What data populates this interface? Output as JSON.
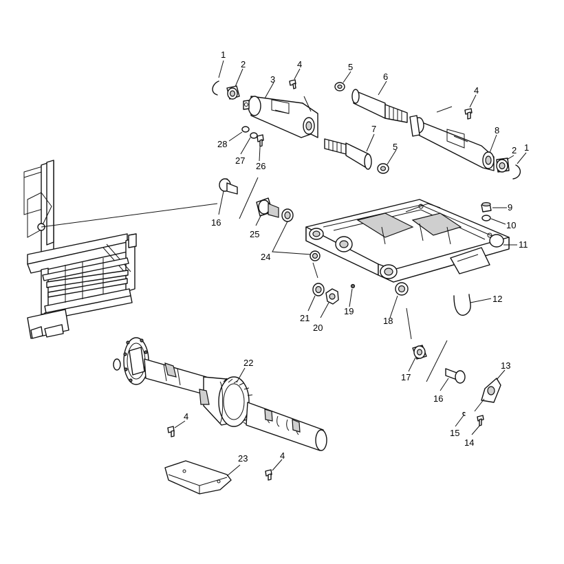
{
  "diagram": {
    "callouts": [
      {
        "id": "c1a",
        "text": "1",
        "part": "snap-ring"
      },
      {
        "id": "c2a",
        "text": "2",
        "part": "bearing"
      },
      {
        "id": "c3",
        "text": "3",
        "part": "bearing-carrier-left"
      },
      {
        "id": "c4a",
        "text": "4",
        "part": "bolt"
      },
      {
        "id": "c5a",
        "text": "5",
        "part": "nut"
      },
      {
        "id": "c6",
        "text": "6",
        "part": "pivot-shaft-upper"
      },
      {
        "id": "c4b",
        "text": "4",
        "part": "bolt"
      },
      {
        "id": "c8",
        "text": "8",
        "part": "bearing-carrier-right"
      },
      {
        "id": "c2b",
        "text": "2",
        "part": "bearing"
      },
      {
        "id": "c1b",
        "text": "1",
        "part": "snap-ring"
      },
      {
        "id": "c7",
        "text": "7",
        "part": "pivot-shaft-lower"
      },
      {
        "id": "c5b",
        "text": "5",
        "part": "nut"
      },
      {
        "id": "c28",
        "text": "28",
        "part": "washer"
      },
      {
        "id": "c27",
        "text": "27",
        "part": "washer"
      },
      {
        "id": "c26",
        "text": "26",
        "part": "bolt"
      },
      {
        "id": "c16a",
        "text": "16",
        "part": "pivot-bolt"
      },
      {
        "id": "c25",
        "text": "25",
        "part": "bushing"
      },
      {
        "id": "c24",
        "text": "24",
        "part": "washer"
      },
      {
        "id": "c9",
        "text": "9",
        "part": "nut"
      },
      {
        "id": "c10",
        "text": "10",
        "part": "washer"
      },
      {
        "id": "c11",
        "text": "11",
        "part": "swing-arm"
      },
      {
        "id": "c12",
        "text": "12",
        "part": "u-bolt"
      },
      {
        "id": "c21",
        "text": "21",
        "part": "washer"
      },
      {
        "id": "c20",
        "text": "20",
        "part": "nut"
      },
      {
        "id": "c19",
        "text": "19",
        "part": "grease-fitting"
      },
      {
        "id": "c18",
        "text": "18",
        "part": "washer"
      },
      {
        "id": "c17",
        "text": "17",
        "part": "bushing"
      },
      {
        "id": "c16b",
        "text": "16",
        "part": "pivot-bolt"
      },
      {
        "id": "c13",
        "text": "13",
        "part": "retainer-plate"
      },
      {
        "id": "c15",
        "text": "15",
        "part": "lock-washer"
      },
      {
        "id": "c14",
        "text": "14",
        "part": "bolt"
      },
      {
        "id": "c22",
        "text": "22",
        "part": "rear-axle-housing"
      },
      {
        "id": "c4c",
        "text": "4",
        "part": "bolt"
      },
      {
        "id": "c23",
        "text": "23",
        "part": "skid-plate"
      },
      {
        "id": "c4d",
        "text": "4",
        "part": "bolt"
      }
    ]
  }
}
